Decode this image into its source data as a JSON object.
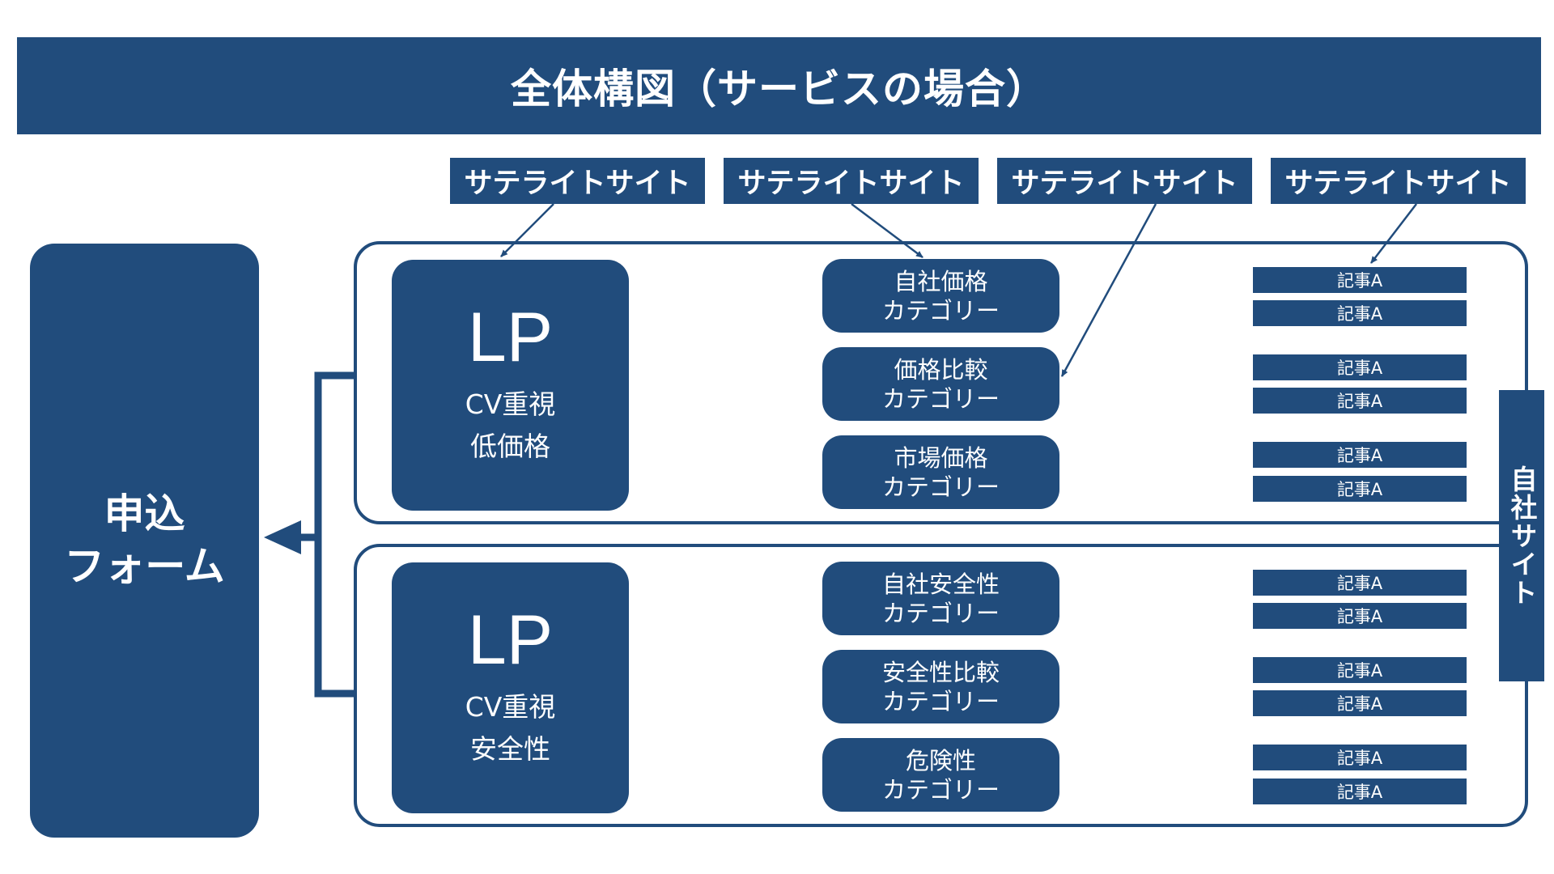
{
  "title": "全体構図（サービスの場合）",
  "satellite_sites": [
    "サテライトサイト",
    "サテライトサイト",
    "サテライトサイト",
    "サテライトサイト"
  ],
  "form": {
    "line1": "申込",
    "line2": "フォーム"
  },
  "own_site_label": "自社サイト",
  "groups": [
    {
      "lp": {
        "title": "LP",
        "line1": "CV重視",
        "line2": "低価格"
      },
      "categories": [
        {
          "line1": "自社価格",
          "line2": "カテゴリー"
        },
        {
          "line1": "価格比較",
          "line2": "カテゴリー"
        },
        {
          "line1": "市場価格",
          "line2": "カテゴリー"
        }
      ],
      "articles": [
        "記事A",
        "記事A",
        "記事A",
        "記事A",
        "記事A",
        "記事A"
      ]
    },
    {
      "lp": {
        "title": "LP",
        "line1": "CV重視",
        "line2": "安全性"
      },
      "categories": [
        {
          "line1": "自社安全性",
          "line2": "カテゴリー"
        },
        {
          "line1": "安全性比較",
          "line2": "カテゴリー"
        },
        {
          "line1": "危険性",
          "line2": "カテゴリー"
        }
      ],
      "articles": [
        "記事A",
        "記事A",
        "記事A",
        "記事A",
        "記事A",
        "記事A"
      ]
    }
  ],
  "colors": {
    "primary": "#214c7c",
    "background": "#ffffff"
  }
}
